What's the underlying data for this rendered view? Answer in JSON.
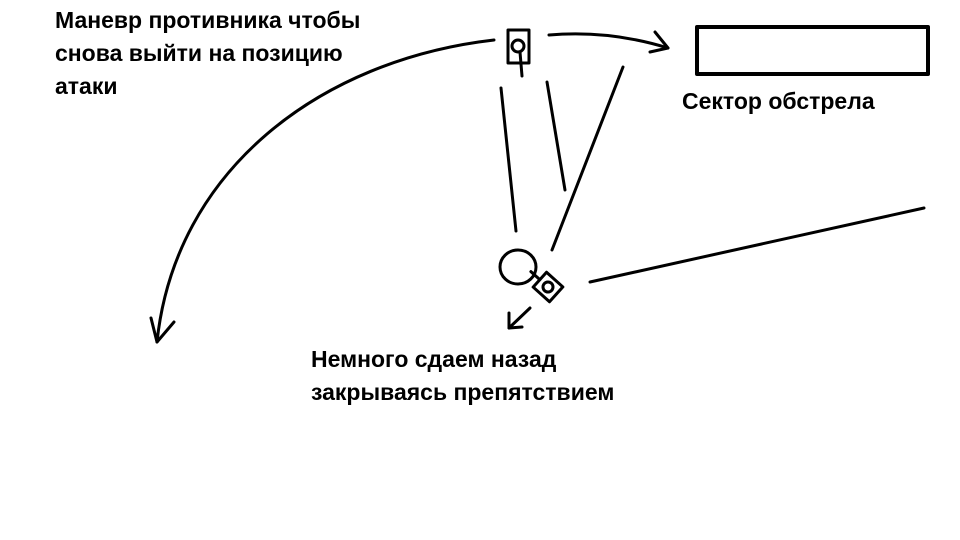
{
  "labels": {
    "enemy_maneuver": [
      "Маневр противника чтобы",
      "снова выйти на позицию",
      "атаки"
    ],
    "fire_sector": "Сектор обстрела",
    "retreat": [
      "Немного сдаем назад",
      "закрываясь препятствием"
    ]
  },
  "colors": {
    "ink": "#000000",
    "background": "#ffffff"
  },
  "icons": {
    "enemy_tank": "tank-icon",
    "own_tank": "tank-icon",
    "obstacle": "circle-obstacle"
  }
}
